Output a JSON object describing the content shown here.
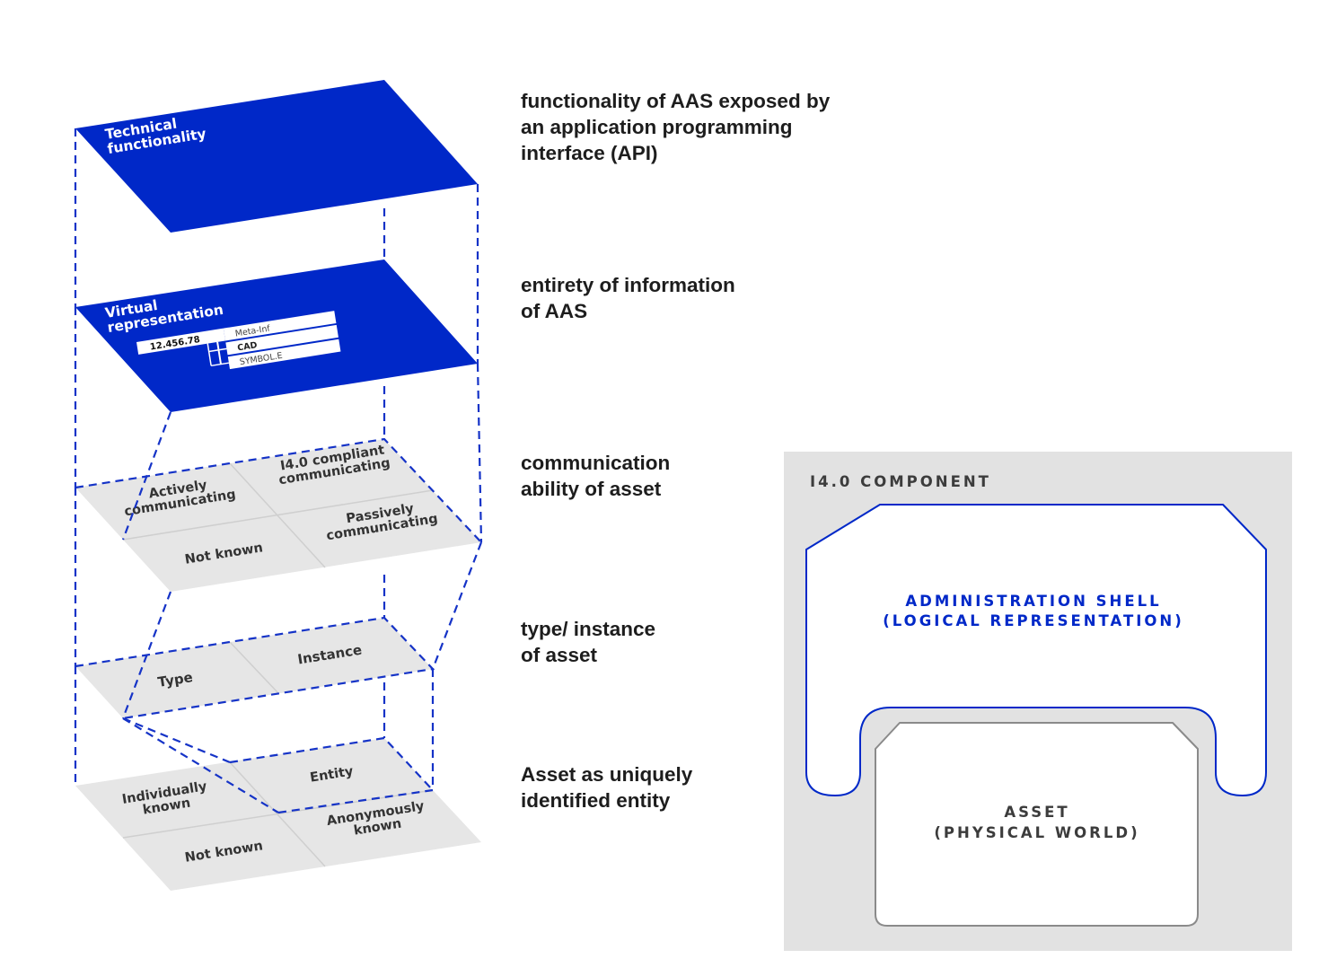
{
  "colors": {
    "accent_blue": "#0028C8",
    "tile_gray": "#E6E6E6",
    "panel_gray": "#E2E2E2",
    "text_dark": "#1D1D1D"
  },
  "layers": {
    "technical": {
      "label": "Technical\nfunctionality",
      "description": "functionality of AAS exposed by\nan application programming\ninterface (API)"
    },
    "virtual": {
      "label": "Virtual\nrepresentation",
      "id_value": "12.456.78",
      "tree_items": [
        "Meta-Inf",
        "CAD",
        "SYMBOL.E"
      ],
      "description": "entirety of information\nof AAS"
    },
    "communication": {
      "cells": [
        "Actively\ncommunicating",
        "I4.0 compliant\ncommunicating",
        "Not known",
        "Passively\ncommunicating"
      ],
      "description": "communication\nability of asset"
    },
    "type_instance": {
      "cells": [
        "Type",
        "Instance"
      ],
      "description": "type/ instance\nof asset"
    },
    "asset": {
      "cells": [
        "Individually\nknown",
        "Entity",
        "Not known",
        "Anonymously\nknown"
      ],
      "description": "Asset as uniquely\nidentified entity"
    }
  },
  "component": {
    "title": "I4.0 COMPONENT",
    "admin_shell": {
      "title": "ADMINISTRATION SHELL",
      "subtitle": "(LOGICAL REPRESENTATION)"
    },
    "asset": {
      "title": "ASSET",
      "subtitle": "(PHYSICAL WORLD)"
    }
  }
}
